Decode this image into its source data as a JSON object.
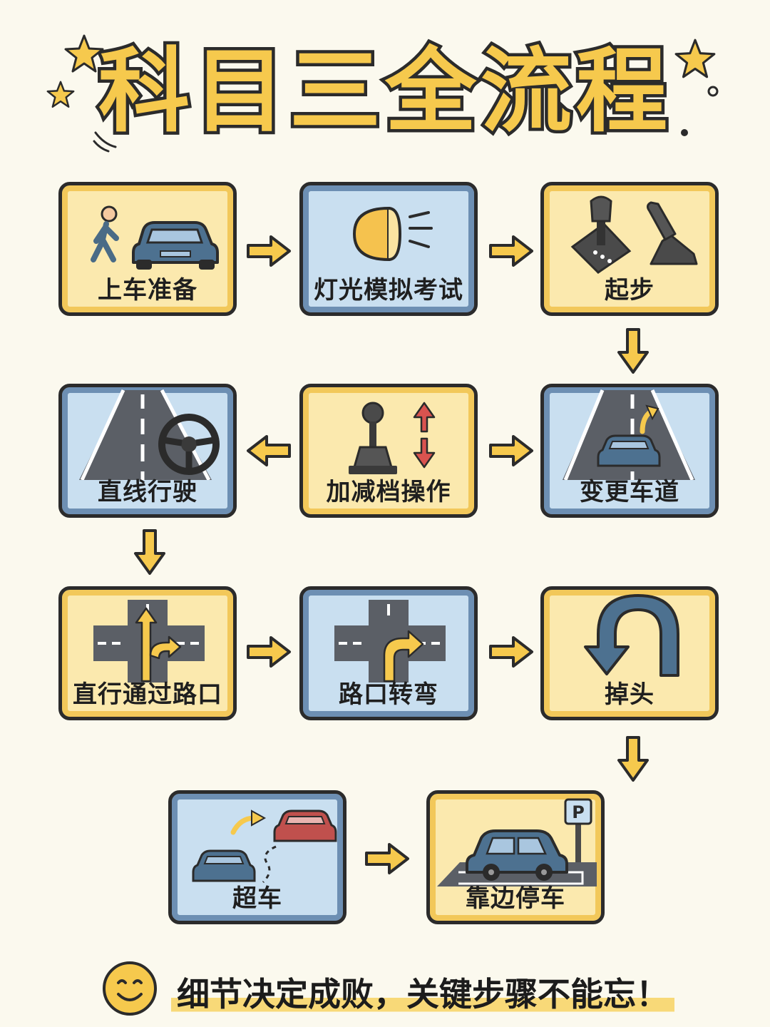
{
  "title": "科目三全流程",
  "steps": [
    {
      "label": "上车准备",
      "icon": "person-and-car-icon",
      "theme": "yellow"
    },
    {
      "label": "灯光模拟考试",
      "icon": "headlight-icon",
      "theme": "blue"
    },
    {
      "label": "起步",
      "icon": "gear-shifter-and-handbrake-icon",
      "theme": "yellow"
    },
    {
      "label": "直线行驶",
      "icon": "straight-road-steering-wheel-icon",
      "theme": "blue"
    },
    {
      "label": "加减档操作",
      "icon": "gear-stick-up-down-icon",
      "theme": "yellow"
    },
    {
      "label": "变更车道",
      "icon": "lane-change-icon",
      "theme": "blue"
    },
    {
      "label": "直行通过路口",
      "icon": "intersection-straight-icon",
      "theme": "yellow"
    },
    {
      "label": "路口转弯",
      "icon": "intersection-turn-icon",
      "theme": "blue"
    },
    {
      "label": "掉头",
      "icon": "u-turn-icon",
      "theme": "yellow"
    },
    {
      "label": "超车",
      "icon": "overtake-icon",
      "theme": "blue"
    },
    {
      "label": "靠边停车",
      "icon": "roadside-parking-icon",
      "theme": "yellow"
    }
  ],
  "footer": {
    "text": "细节决定成败，关键步骤不能忘！",
    "icon": "smiley-icon"
  },
  "colors": {
    "yellow": "#f6c94d",
    "blue": "#6d8fb3",
    "ink": "#2b2b2b",
    "background": "#fbf9ee"
  }
}
